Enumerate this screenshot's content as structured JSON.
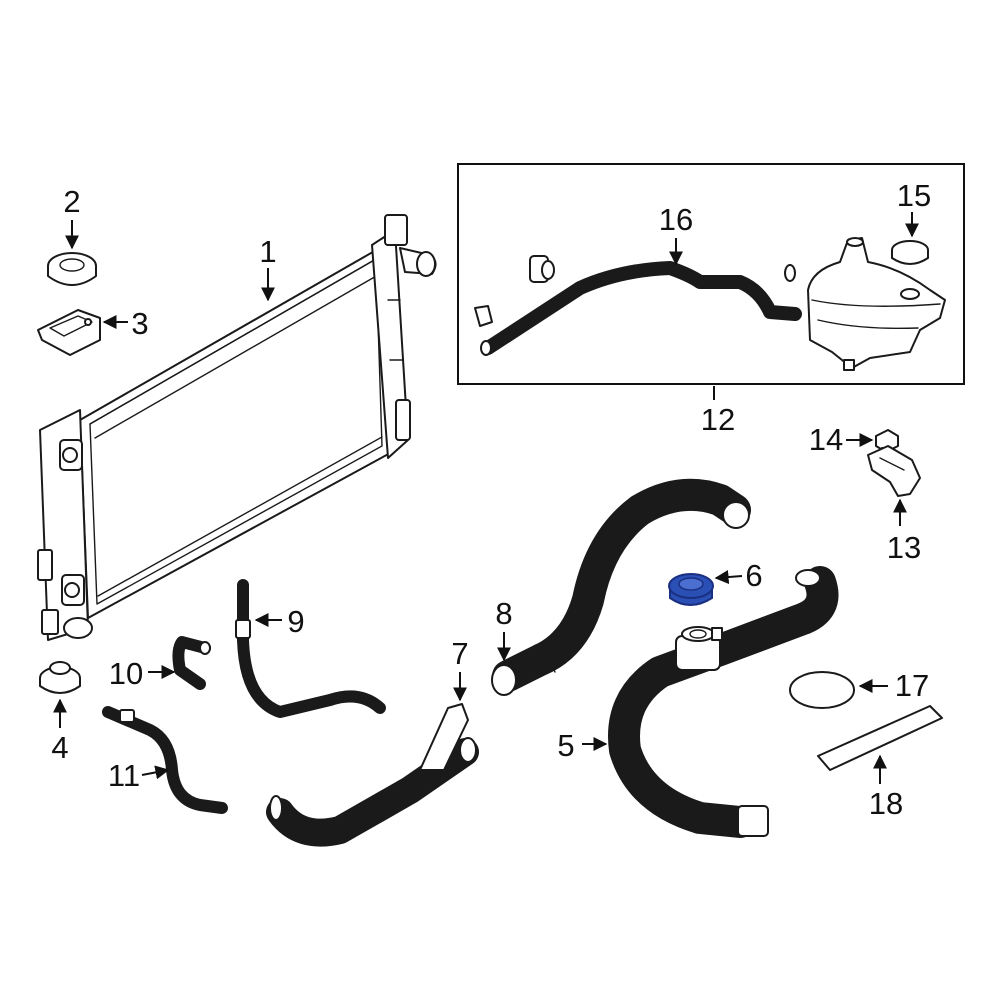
{
  "diagram": {
    "highlight_color": "#2a4fb5",
    "line_color": "#1a1a1a",
    "background": "#ffffff",
    "highlighted_part": "6",
    "callouts": [
      {
        "id": "c1",
        "label": "1"
      },
      {
        "id": "c2",
        "label": "2"
      },
      {
        "id": "c3",
        "label": "3"
      },
      {
        "id": "c4",
        "label": "4"
      },
      {
        "id": "c5",
        "label": "5"
      },
      {
        "id": "c6",
        "label": "6"
      },
      {
        "id": "c7",
        "label": "7"
      },
      {
        "id": "c8",
        "label": "8"
      },
      {
        "id": "c9",
        "label": "9"
      },
      {
        "id": "c10",
        "label": "10"
      },
      {
        "id": "c11",
        "label": "11"
      },
      {
        "id": "c12",
        "label": "12"
      },
      {
        "id": "c13",
        "label": "13"
      },
      {
        "id": "c14",
        "label": "14"
      },
      {
        "id": "c15",
        "label": "15"
      },
      {
        "id": "c16",
        "label": "16"
      },
      {
        "id": "c17",
        "label": "17"
      },
      {
        "id": "c18",
        "label": "18"
      }
    ]
  }
}
